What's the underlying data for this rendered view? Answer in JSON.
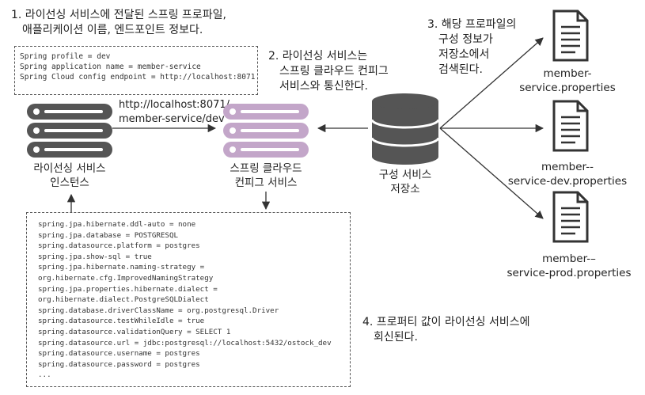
{
  "steps": {
    "step1_line1": "1. 라이선싱 서비스에 전달된 스프링 프로파일,",
    "step1_line2": "애플리케이션 이름, 엔드포인트 정보다.",
    "step2_line1": "2. 라이선싱 서비스는",
    "step2_line2": "스프링 클라우드 컨피그",
    "step2_line3": "서비스와 통신한다.",
    "step3_line1": "3. 해당 프로파일의",
    "step3_line2": "구성 정보가",
    "step3_line3": "저장소에서",
    "step3_line4": "검색된다.",
    "step4_line1": "4. 프로퍼티 값이 라이선싱 서비스에",
    "step4_line2": "회신된다."
  },
  "request_box": {
    "lines": [
      "Spring profile = dev",
      "Spring application name = member-service",
      "Spring Cloud config endpoint = http://localhost:8071"
    ]
  },
  "url": {
    "line1": "http://localhost:8071/",
    "line2": "member-service/dev"
  },
  "licensing_service": {
    "label_line1": "라이선싱 서비스",
    "label_line2": "인스턴스",
    "color": "#555555"
  },
  "config_service": {
    "label_line1": "스프링 클라우드",
    "label_line2": "컨피그 서비스",
    "color": "#c3a6c9"
  },
  "repository": {
    "label_line1": "구성 서비스",
    "label_line2": "저장소",
    "color": "#555555"
  },
  "files": [
    {
      "line1": "member-",
      "line2": "service.properties"
    },
    {
      "line1": "member--",
      "line2": "service-dev.properties"
    },
    {
      "line1": "member-–",
      "line2": "service-prod.properties"
    }
  ],
  "response_box": {
    "lines": [
      "spring.jpa.hibernate.ddl-auto = none",
      "spring.jpa.database = POSTGRESQL",
      "spring.datasource.platform = postgres",
      "spring.jpa.show-sql = true",
      "spring.jpa.hibernate.naming-strategy =",
      "org.hibernate.cfg.ImprovedNamingStrategy",
      "spring.jpa.properties.hibernate.dialect =",
      "org.hibernate.dialect.PostgreSQLDialect",
      "spring.database.driverClassName = org.postgresql.Driver",
      "spring.datasource.testWhileIdle = true",
      "spring.datasource.validationQuery = SELECT 1",
      "spring.datasource.url = jdbc:postgresql://localhost:5432/ostock_dev",
      "spring.datasource.username = postgres",
      "spring.datasource.password = postgres",
      "..."
    ]
  }
}
